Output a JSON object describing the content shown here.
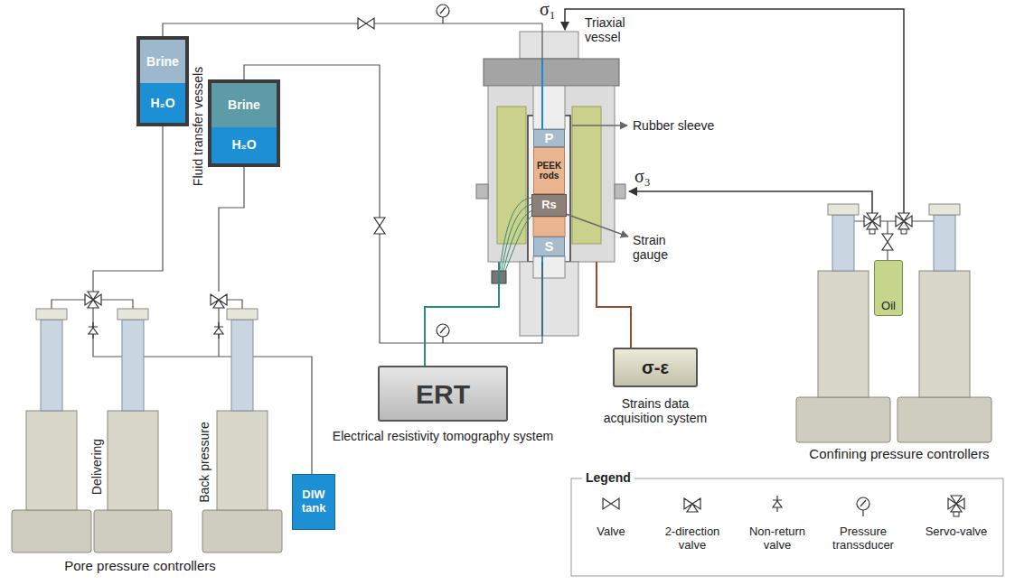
{
  "diagram": {
    "nodes": [
      {
        "text": [
          "Brine",
          "H₂O"
        ]
      },
      {
        "text": [
          "Brine",
          "H₂O"
        ]
      },
      {
        "text": [
          "Triaxial vessel"
        ]
      },
      {
        "text": [
          "P"
        ],
        "in": 2
      },
      {
        "text": [
          "PEEK rods"
        ],
        "in": 2
      },
      {
        "text": [
          "Rs"
        ],
        "in": 2
      },
      {
        "text": [
          "S"
        ],
        "in": 2
      },
      {
        "text": [
          "ERT",
          "Electrical resistivity tomography system"
        ]
      },
      {
        "text": [
          "σ-ε",
          "Strains data acquisition system"
        ]
      },
      {
        "text": [
          "Oil"
        ]
      },
      {
        "text": [
          "DIW tank"
        ]
      }
    ],
    "edges": [
      {
        "from": 0,
        "to": 2,
        "arrow": "none"
      },
      {
        "from": 1,
        "to": 2,
        "arrow": "none"
      },
      {
        "from": 7,
        "to": 2,
        "arrow": "none"
      },
      {
        "from": 8,
        "to": 2,
        "arrow": "none"
      }
    ],
    "labels": [
      "σ₁",
      "σ₃",
      "Rubber sleeve",
      "Strain gauge",
      "Fluid transfer vessels",
      "Delivering",
      "Back pressure",
      "Pore pressure controllers",
      "Confining pressure controllers",
      "Legend"
    ],
    "legend": [
      {
        "text": "Valve"
      },
      {
        "text": "2-direction valve"
      },
      {
        "text": "Non-return valve"
      },
      {
        "text": "Pressure transsducer"
      },
      {
        "text": "Servo-valve"
      }
    ]
  }
}
